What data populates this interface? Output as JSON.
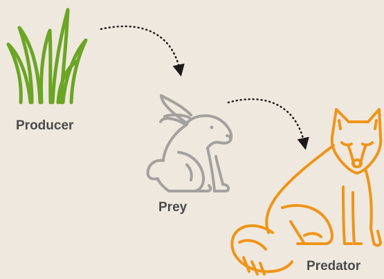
{
  "labels": {
    "producer": "Producer",
    "prey": "Prey",
    "predator": "Predator"
  },
  "colors": {
    "background": "#efe8de",
    "producer": "#6aa524",
    "prey": "#a4a09d",
    "predator": "#ef9418",
    "arrow": "#1a1a1a",
    "label": "#4a4a4a"
  },
  "icons": {
    "producer": "grass-icon",
    "prey": "rabbit-icon",
    "predator": "fox-icon"
  }
}
